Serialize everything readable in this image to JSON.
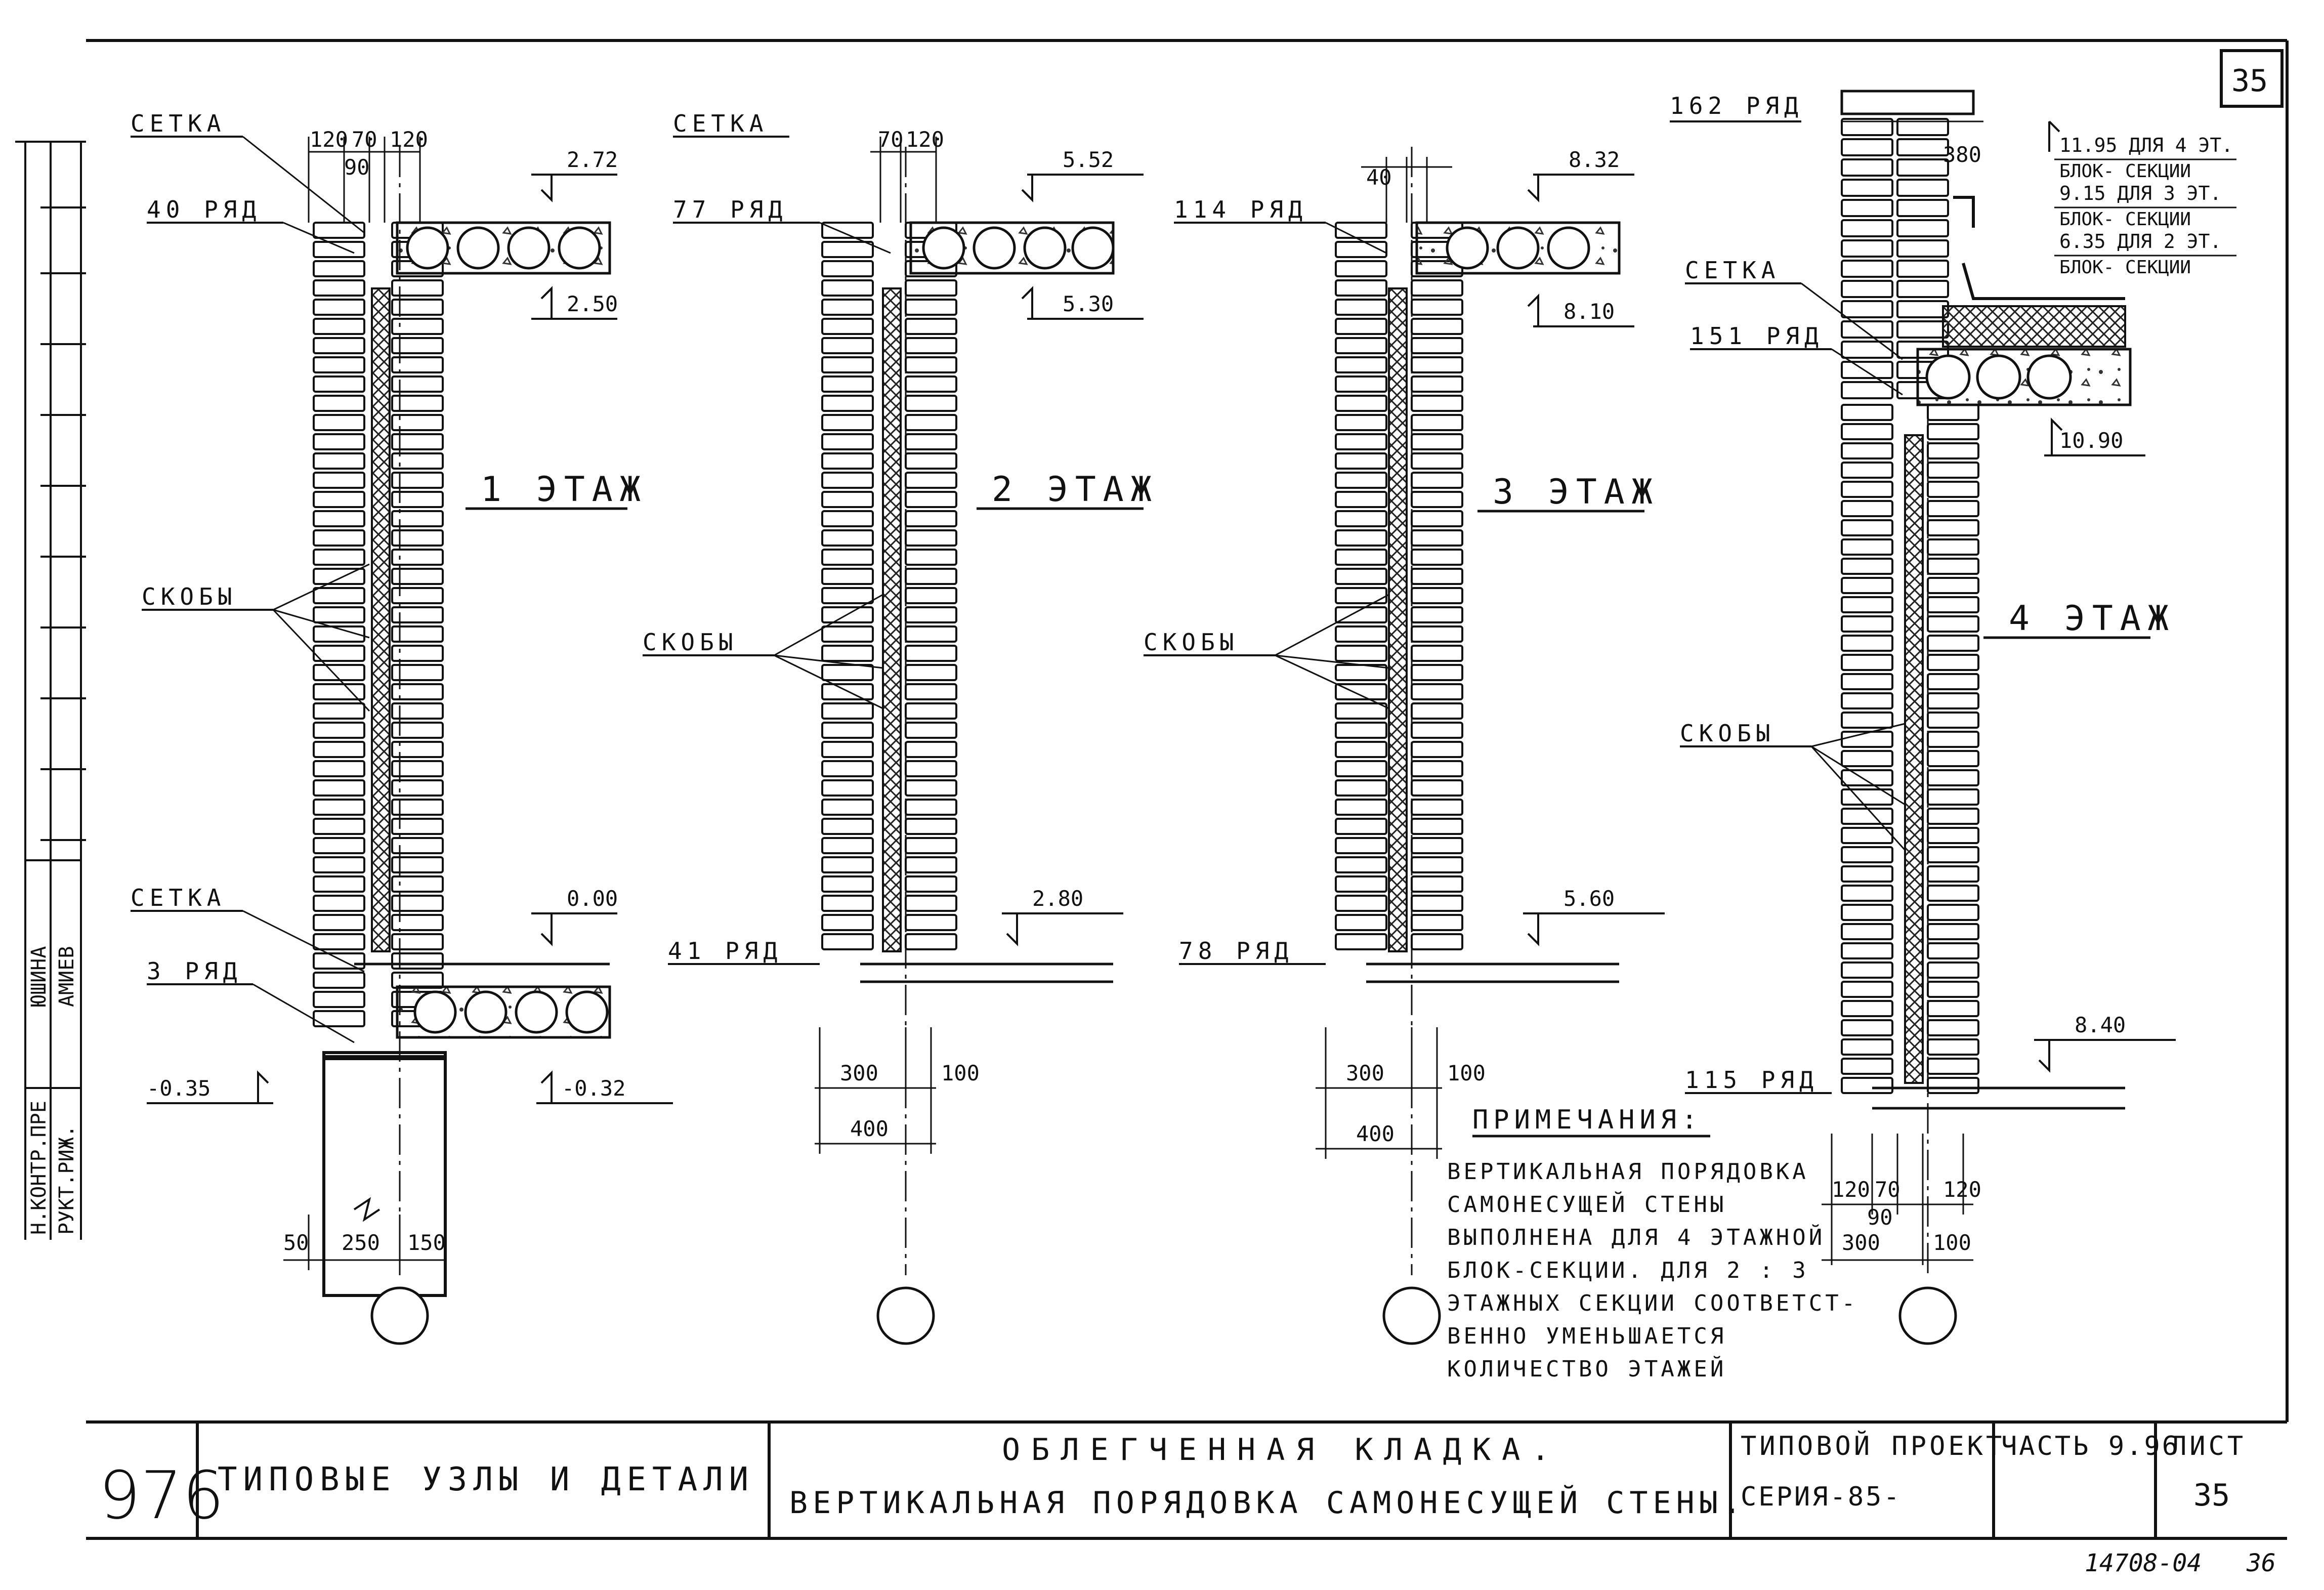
{
  "sheet": {
    "sheet_no_corner": "35",
    "bottom_stamp": "14708-04",
    "bottom_stamp_page": "36"
  },
  "left_margin": {
    "line1": "Н.КОНТР.ПРЕ",
    "line2": "РУКТ.РИЖ.",
    "name1": "ЮШИНА",
    "name2": "АМИЕВ"
  },
  "section1": {
    "floor": "1 ЭТАЖ",
    "setka_top": "СЕТКА",
    "row_top": "40 РЯД",
    "dims_top": [
      "120",
      "70",
      "120",
      "90"
    ],
    "elev_top": "2.72",
    "elev_top2": "2.50",
    "skoby": "СКОБЫ",
    "setka_bottom": "СЕТКА",
    "row_bottom": "3 РЯД",
    "elev_zero": "0.00",
    "elev_left": "-0.35",
    "elev_right": "-0.32",
    "dims_bottom": [
      "50",
      "250",
      "150"
    ]
  },
  "section2": {
    "floor": "2 ЭТАЖ",
    "setka_top": "СЕТКА",
    "row_top": "77 РЯД",
    "dims_top": [
      "70",
      "120"
    ],
    "elev_top": "5.52",
    "elev_top2": "5.30",
    "skoby": "СКОБЫ",
    "row_bottom": "41 РЯД",
    "elev_bottom": "2.80",
    "dims_bottom": [
      "300",
      "100",
      "400"
    ]
  },
  "section3": {
    "floor": "3 ЭТАЖ",
    "row_top": "114 РЯД",
    "dims_top": [
      "40"
    ],
    "elev_top": "8.32",
    "elev_top2": "8.10",
    "skoby": "СКОБЫ",
    "row_bottom": "78 РЯД",
    "elev_bottom": "5.60",
    "dims_bottom": [
      "300",
      "100",
      "400"
    ]
  },
  "section4": {
    "floor": "4 ЭТАЖ",
    "row_top": "162 РЯД",
    "dim_380": "380",
    "elev_notes": [
      "11.95 ДЛЯ 4 ЭТ.",
      "БЛОК- СЕКЦИИ",
      "9.15 ДЛЯ 3 ЭТ.",
      "БЛОК- СЕКЦИИ",
      "6.35 ДЛЯ 2 ЭТ.",
      "БЛОК- СЕКЦИИ"
    ],
    "setka": "СЕТКА",
    "row_151": "151 РЯД",
    "elev_1090": "10.90",
    "skoby": "СКОБЫ",
    "row_bottom": "115 РЯД",
    "elev_bottom": "8.40",
    "dims_bottom": [
      "120",
      "70",
      "120",
      "90",
      "300",
      "100"
    ]
  },
  "notes": {
    "heading": "ПРИМЕЧАНИЯ:",
    "lines": [
      "ВЕРТИКАЛЬНАЯ ПОРЯДОВКА",
      "САМОНЕСУЩЕЙ СТЕНЫ",
      "ВЫПОЛНЕНА ДЛЯ 4 ЭТАЖНОЙ",
      "БЛОК-СЕКЦИИ. ДЛЯ 2 : 3",
      "ЭТАЖНЫХ СЕКЦИИ СООТВЕТСТ-",
      "ВЕННО УМЕНЬШАЕТСЯ",
      "КОЛИЧЕСТВО ЭТАЖЕЙ"
    ]
  },
  "title_block": {
    "page_number": "976",
    "album": "ТИПОВЫЕ УЗЛЫ И ДЕТАЛИ",
    "title_line1": "ОБЛЕГЧЕННАЯ КЛАДКА.",
    "title_line2": "ВЕРТИКАЛЬНАЯ ПОРЯДОВКА САМОНЕСУЩЕЙ СТЕНЫ.",
    "project_label": "ТИПОВОЙ ПРОЕКТ",
    "series": "СЕРИЯ-85-",
    "part": "ЧАСТЬ 9.96",
    "sheet_label": "ЛИСТ",
    "sheet_number": "35"
  }
}
